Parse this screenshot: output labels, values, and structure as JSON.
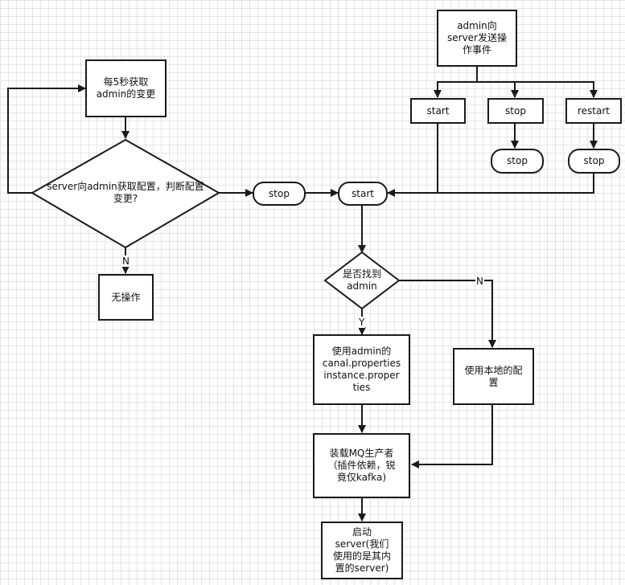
{
  "nodes": {
    "poll": "每5秒获取\nadmin的变更",
    "fetch_config": "server向admin获取配置，判断配置\n变更?",
    "no_op": "无操作",
    "stop_left": "stop",
    "start_center": "start",
    "admin_event": "admin向\nserver发送操\n作事件",
    "btn_start": "start",
    "btn_stop": "stop",
    "btn_restart": "restart",
    "stop_under_stop": "stop",
    "stop_under_restart": "stop",
    "found_admin": "是否找到\nadmin",
    "use_admin_config": "使用admin的\ncanal.properties\ninstance.proper\nties",
    "use_local_config": "使用本地的配\n置",
    "load_mq": "装载MQ生产者\n（插件依赖，锐\n竟仅kafka)",
    "launch_server": "启动\nserver(我们\n使用的是其内\n置的server)"
  },
  "edge_labels": {
    "no_change": "N",
    "found_yes": "Y",
    "found_no": "N"
  }
}
